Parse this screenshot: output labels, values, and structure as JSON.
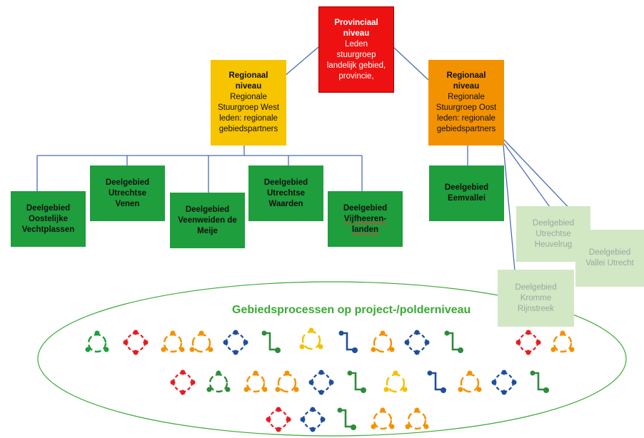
{
  "provincial": {
    "title": [
      "Provinciaal",
      "niveau"
    ],
    "body": [
      "Leden",
      "stuurgroep",
      "landelijk gebied,",
      "provincie,"
    ],
    "color": "#ee1111"
  },
  "regional_west": {
    "title": [
      "Regionaal",
      "niveau"
    ],
    "body": [
      "Regionale",
      "Stuurgroep West",
      "leden: regionale",
      "gebiedspartners"
    ],
    "color": "#f7c400"
  },
  "regional_east": {
    "title": [
      "Regionaal",
      "niveau"
    ],
    "body": [
      "Regionale",
      "Stuurgroep Oost",
      "leden: regionale",
      "gebiedspartners"
    ],
    "color": "#f39200"
  },
  "west_areas": [
    {
      "lines": [
        "Deelgebied",
        "Oostelijke",
        "Vechtplassen"
      ]
    },
    {
      "lines": [
        "Deelgebied",
        "Utrechtse",
        "Venen"
      ]
    },
    {
      "lines": [
        "Deelgebied",
        "Veenweiden de",
        "Meije"
      ]
    },
    {
      "lines": [
        "Deelgebied",
        "Utrechtse",
        "Waarden"
      ]
    },
    {
      "lines": [
        "Deelgebied",
        "Vijfheeren-",
        "landen"
      ]
    }
  ],
  "east_areas": [
    {
      "lines": [
        "Deelgebied",
        "Eemvallei"
      ]
    },
    {
      "lines": [
        "Deelgebied",
        "Utrechtse",
        "Heuvelrug"
      ]
    },
    {
      "lines": [
        "Deelgebied",
        "Vallei Utrecht"
      ]
    },
    {
      "lines": [
        "Deelgebied",
        "Kromme",
        "Rijnstreek"
      ]
    }
  ],
  "process_title": "Gebiedsprocessen op project-/polderniveau",
  "colors": {
    "green": "#1e9e3c",
    "faded": "#d2e8c4",
    "line": "#4a6db5",
    "ellipse": "#3aaa35",
    "red": "#e31e24",
    "orange": "#f39200",
    "blue": "#1f4e9c",
    "yellow": "#f2c200",
    "darkgreen": "#2e8b3a"
  },
  "process_icons": [
    {
      "type": "cycle3-arrows",
      "color": "green"
    },
    {
      "type": "cycle4",
      "color": "red"
    },
    {
      "type": "cycle3-arrows",
      "color": "orange"
    },
    {
      "type": "cycle3",
      "color": "orange"
    },
    {
      "type": "cycle4",
      "color": "blue"
    },
    {
      "type": "step",
      "color": "darkgreen"
    },
    {
      "type": "cycle3",
      "color": "yellow"
    },
    {
      "type": "step",
      "color": "blue"
    },
    {
      "type": "cycle3",
      "color": "orange"
    },
    {
      "type": "cycle4",
      "color": "blue"
    },
    {
      "type": "step",
      "color": "darkgreen"
    },
    {
      "type": "cycle4",
      "color": "red"
    },
    {
      "type": "cycle3-arrows",
      "color": "orange"
    },
    {
      "type": "cycle4",
      "color": "red"
    },
    {
      "type": "cycle3-arrows",
      "color": "darkgreen"
    },
    {
      "type": "cycle3-arrows",
      "color": "orange"
    },
    {
      "type": "cycle3",
      "color": "orange"
    },
    {
      "type": "cycle4",
      "color": "blue"
    },
    {
      "type": "step",
      "color": "darkgreen"
    },
    {
      "type": "cycle3",
      "color": "yellow"
    },
    {
      "type": "step",
      "color": "blue"
    },
    {
      "type": "cycle3",
      "color": "orange"
    },
    {
      "type": "cycle4",
      "color": "blue"
    },
    {
      "type": "step",
      "color": "darkgreen"
    },
    {
      "type": "cycle4",
      "color": "red"
    },
    {
      "type": "cycle4",
      "color": "blue"
    },
    {
      "type": "step",
      "color": "darkgreen"
    },
    {
      "type": "cycle3-arrows",
      "color": "orange"
    },
    {
      "type": "cycle3-arrows",
      "color": "orange"
    }
  ]
}
